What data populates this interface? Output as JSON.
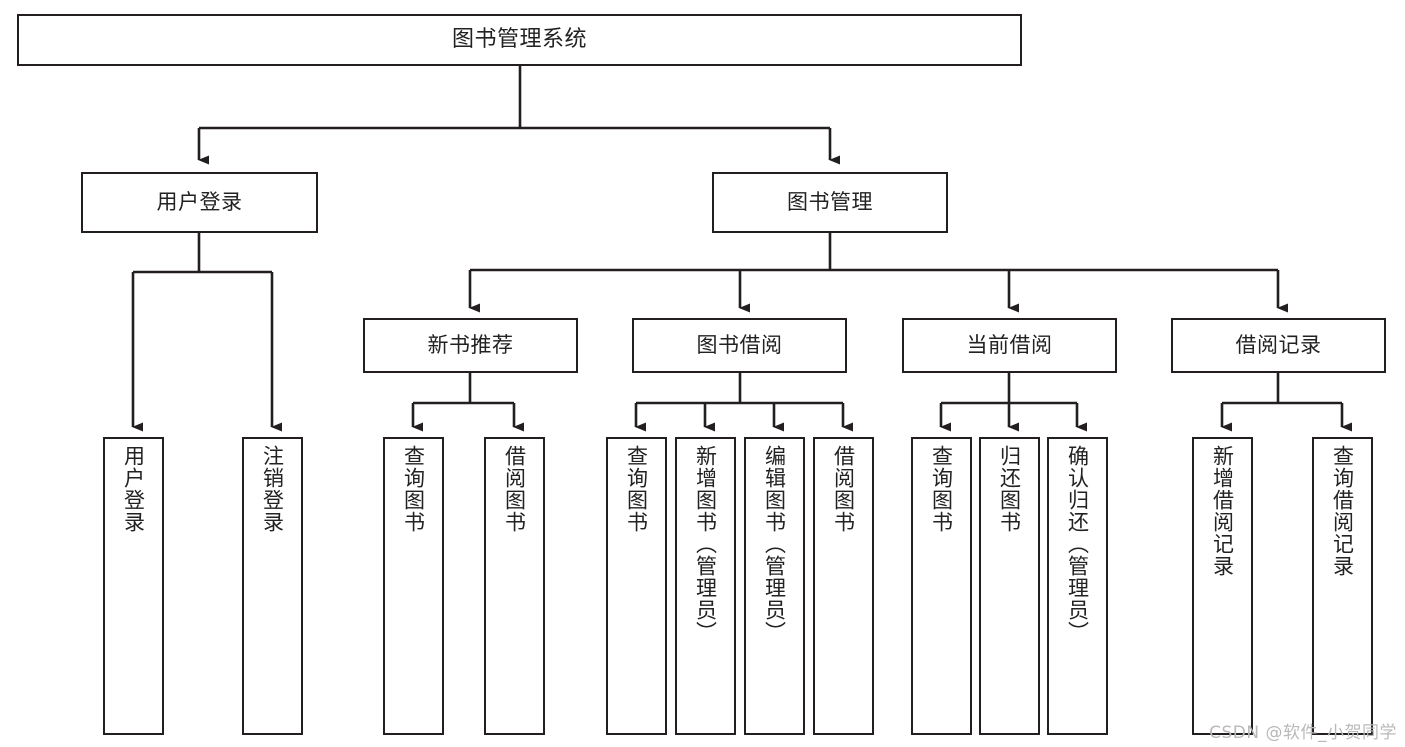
{
  "diagram": {
    "type": "tree-hierarchy",
    "title": "图书管理系统",
    "orientation": "top-down",
    "line_color": "#231f20",
    "box_fill": "#ffffff",
    "background": "#ffffff"
  },
  "nodes": {
    "root": {
      "label": "图书管理系统"
    },
    "level1": [
      {
        "label": "用户登录"
      },
      {
        "label": "图书管理"
      }
    ],
    "level2": [
      {
        "label": "新书推荐"
      },
      {
        "label": "图书借阅"
      },
      {
        "label": "当前借阅"
      },
      {
        "label": "借阅记录"
      }
    ],
    "leaves": {
      "user_login": [
        {
          "label": "用户登录"
        },
        {
          "label": "注销登录"
        }
      ],
      "new_book": [
        {
          "label": "查询图书"
        },
        {
          "label": "借阅图书"
        }
      ],
      "book_borrow": [
        {
          "label": "查询图书"
        },
        {
          "label": "新增图书（管理员）"
        },
        {
          "label": "编辑图书（管理员）"
        },
        {
          "label": "借阅图书"
        }
      ],
      "current_borrow": [
        {
          "label": "查询图书"
        },
        {
          "label": "归还图书"
        },
        {
          "label": "确认归还（管理员）"
        }
      ],
      "borrow_record": [
        {
          "label": "新增借阅记录"
        },
        {
          "label": "查询借阅记录"
        }
      ]
    }
  },
  "watermark": {
    "text": "CSDN @软件_小贺同学",
    "color": "#b9b9b9"
  }
}
